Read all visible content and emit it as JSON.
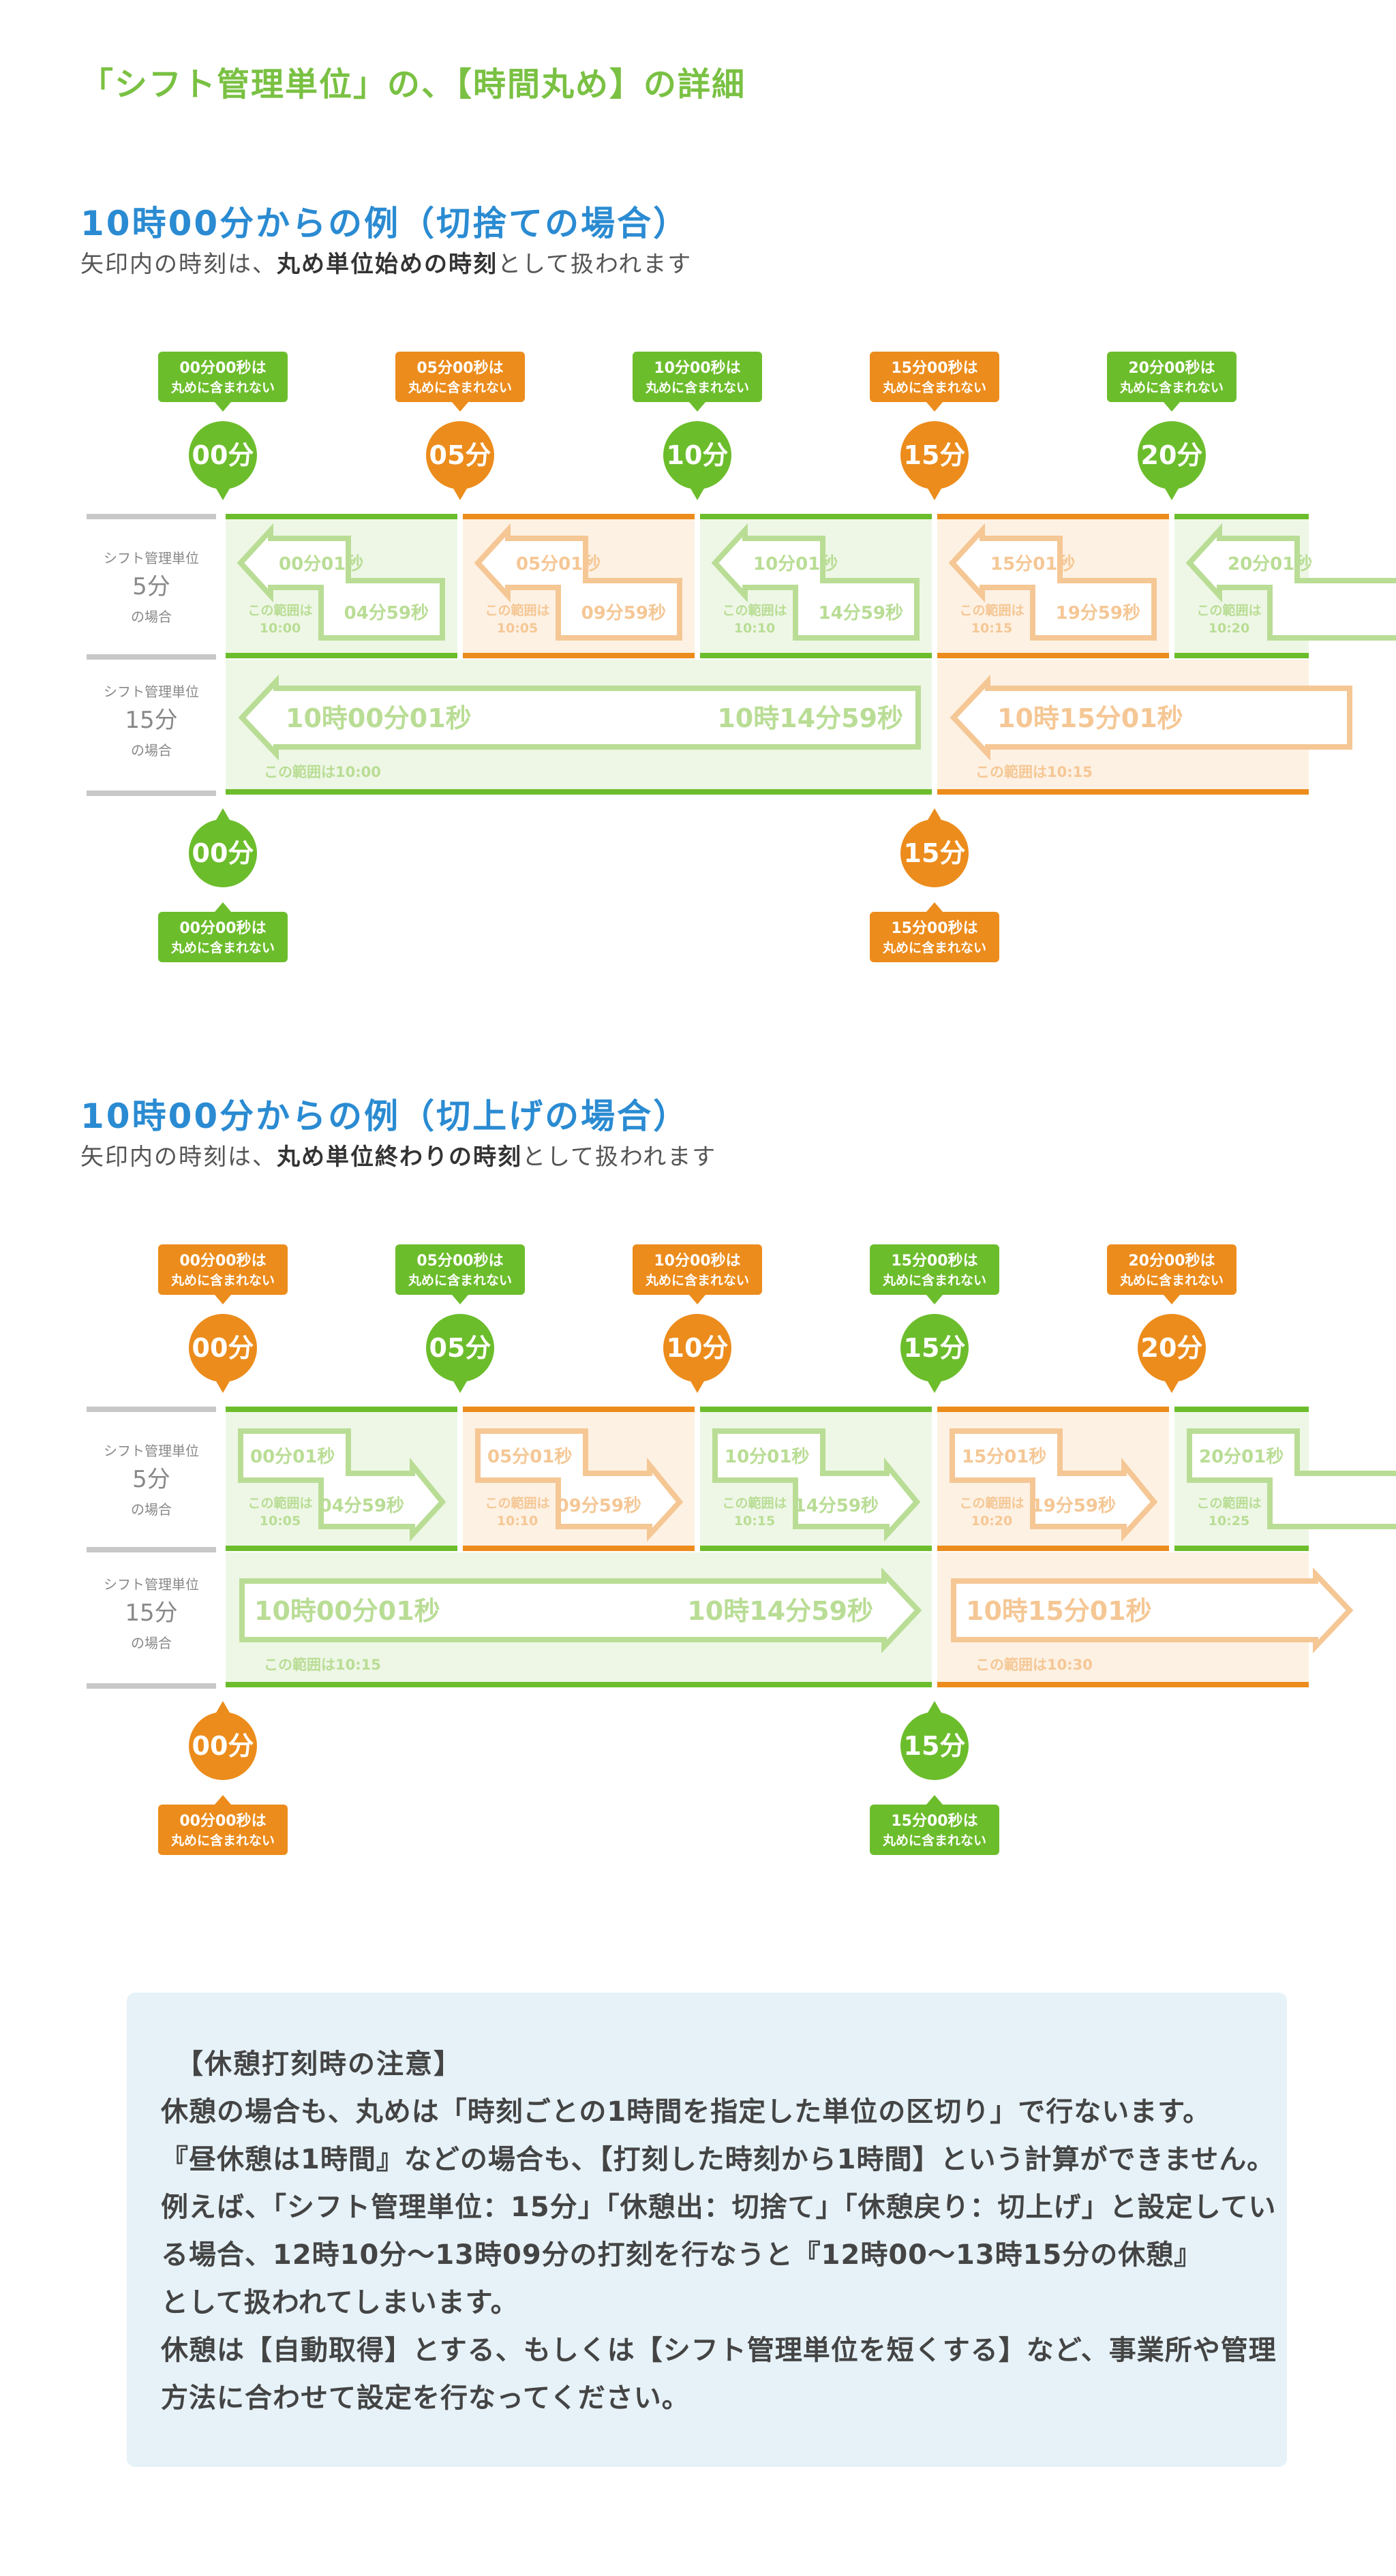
{
  "page_title": "「シフト管理単位」の、【時間丸め】の詳細",
  "colors": {
    "green": "#6cbd2c",
    "orange": "#ec8c1c",
    "green_bg": "#eef7e6",
    "orange_bg": "#fdf1e3",
    "green_light": "#b9dd95",
    "orange_light": "#f5c795",
    "title_blue": "#2a8bd2",
    "note_bg": "#e6f2f8"
  },
  "sections": [
    {
      "title": "10時00分からの例（切捨ての場合）",
      "subtitle_pre": "矢印内の時刻は、",
      "subtitle_bold": "丸め単位始めの時刻",
      "subtitle_post": "として扱われます",
      "direction": "left",
      "top_markers": [
        {
          "label": "00分",
          "note1": "00分00秒は",
          "note2": "丸めに含まれない",
          "color": "green"
        },
        {
          "label": "05分",
          "note1": "05分00秒は",
          "note2": "丸めに含まれない",
          "color": "orange"
        },
        {
          "label": "10分",
          "note1": "10分00秒は",
          "note2": "丸めに含まれない",
          "color": "green"
        },
        {
          "label": "15分",
          "note1": "15分00秒は",
          "note2": "丸めに含まれない",
          "color": "orange"
        },
        {
          "label": "20分",
          "note1": "20分00秒は",
          "note2": "丸めに含まれない",
          "color": "green"
        }
      ],
      "row5": {
        "label1": "シフト管理単位",
        "label2": "5分",
        "label3": "の場合",
        "segments": [
          {
            "start": "00分01秒",
            "end": "04分59秒",
            "range_label": "この範囲は",
            "range_time": "10:00",
            "color": "green"
          },
          {
            "start": "05分01秒",
            "end": "09分59秒",
            "range_label": "この範囲は",
            "range_time": "10:05",
            "color": "orange"
          },
          {
            "start": "10分01秒",
            "end": "14分59秒",
            "range_label": "この範囲は",
            "range_time": "10:10",
            "color": "green"
          },
          {
            "start": "15分01秒",
            "end": "19分59秒",
            "range_label": "この範囲は",
            "range_time": "10:15",
            "color": "orange"
          },
          {
            "start": "20分01秒",
            "end": "",
            "range_label": "この範囲は",
            "range_time": "10:20",
            "color": "green"
          }
        ]
      },
      "row15": {
        "label1": "シフト管理単位",
        "label2": "15分",
        "label3": "の場合",
        "segments": [
          {
            "start": "10時00分01秒",
            "end": "10時14分59秒",
            "range": "この範囲は10:00",
            "color": "green"
          },
          {
            "start": "10時15分01秒",
            "end": "",
            "range": "この範囲は10:15",
            "color": "orange"
          }
        ]
      },
      "bottom_markers": [
        {
          "label": "00分",
          "note1": "00分00秒は",
          "note2": "丸めに含まれない",
          "color": "green"
        },
        {
          "label": "15分",
          "note1": "15分00秒は",
          "note2": "丸めに含まれない",
          "color": "orange"
        }
      ]
    },
    {
      "title": "10時00分からの例（切上げの場合）",
      "subtitle_pre": "矢印内の時刻は、",
      "subtitle_bold": "丸め単位終わりの時刻",
      "subtitle_post": "として扱われます",
      "direction": "right",
      "top_markers": [
        {
          "label": "00分",
          "note1": "00分00秒は",
          "note2": "丸めに含まれない",
          "color": "orange"
        },
        {
          "label": "05分",
          "note1": "05分00秒は",
          "note2": "丸めに含まれない",
          "color": "green"
        },
        {
          "label": "10分",
          "note1": "10分00秒は",
          "note2": "丸めに含まれない",
          "color": "orange"
        },
        {
          "label": "15分",
          "note1": "15分00秒は",
          "note2": "丸めに含まれない",
          "color": "green"
        },
        {
          "label": "20分",
          "note1": "20分00秒は",
          "note2": "丸めに含まれない",
          "color": "orange"
        }
      ],
      "row5": {
        "label1": "シフト管理単位",
        "label2": "5分",
        "label3": "の場合",
        "segments": [
          {
            "start": "00分01秒",
            "end": "04分59秒",
            "range_label": "この範囲は",
            "range_time": "10:05",
            "color": "green"
          },
          {
            "start": "05分01秒",
            "end": "09分59秒",
            "range_label": "この範囲は",
            "range_time": "10:10",
            "color": "orange"
          },
          {
            "start": "10分01秒",
            "end": "14分59秒",
            "range_label": "この範囲は",
            "range_time": "10:15",
            "color": "green"
          },
          {
            "start": "15分01秒",
            "end": "19分59秒",
            "range_label": "この範囲は",
            "range_time": "10:20",
            "color": "orange"
          },
          {
            "start": "20分01秒",
            "end": "",
            "range_label": "この範囲は",
            "range_time": "10:25",
            "color": "green"
          }
        ]
      },
      "row15": {
        "label1": "シフト管理単位",
        "label2": "15分",
        "label3": "の場合",
        "segments": [
          {
            "start": "10時00分01秒",
            "end": "10時14分59秒",
            "range": "この範囲は10:15",
            "color": "green"
          },
          {
            "start": "10時15分01秒",
            "end": "",
            "range": "この範囲は10:30",
            "color": "orange"
          }
        ]
      },
      "bottom_markers": [
        {
          "label": "00分",
          "note1": "00分00秒は",
          "note2": "丸めに含まれない",
          "color": "orange"
        },
        {
          "label": "15分",
          "note1": "15分00秒は",
          "note2": "丸めに含まれない",
          "color": "green"
        }
      ]
    }
  ],
  "note": {
    "heading": "【休憩打刻時の注意】",
    "lines": [
      "休憩の場合も、丸めは「時刻ごとの1時間を指定した単位の区切り」で行ないます。",
      "『昼休憩は1時間』などの場合も、【打刻した時刻から1時間】という計算ができません。",
      "例えば、「シフト管理単位：15分」「休憩出：切捨て」「休憩戻り：切上げ」と設定してい",
      "る場合、12時10分～13時09分の打刻を行なうと『12時00～13時15分の休憩』",
      "として扱われてしまいます。",
      "休憩は【自動取得】とする、もしくは【シフト管理単位を短くする】など、事業所や管理",
      "方法に合わせて設定を行なってください。"
    ]
  }
}
